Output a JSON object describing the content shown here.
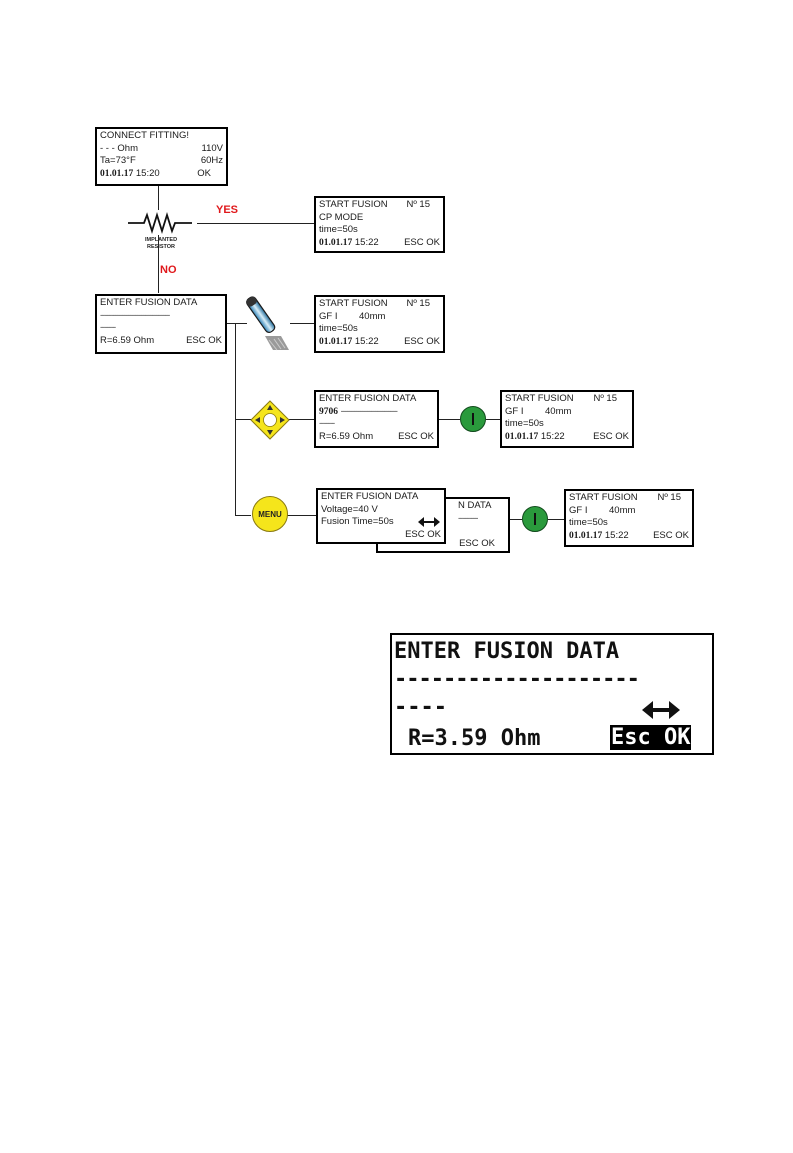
{
  "connect_box": {
    "title": "CONNECT FITTING!",
    "ohm": "- - - Ohm",
    "voltage": "110V",
    "ta": "Ta=73°F",
    "freq": "60Hz",
    "date": "01.01.17",
    "time": "15:20",
    "ok": "OK"
  },
  "resistor_labels": {
    "line1": "IMPLANTED",
    "line2": "RESISTOR"
  },
  "yes_label": "YES",
  "no_label": "NO",
  "start_cp": {
    "title": "START FUSION",
    "num": "Nº 15",
    "mode": "CP MODE",
    "time": "time=50s",
    "date": "01.01.17",
    "clock": "15:22",
    "esc": "ESC OK"
  },
  "enter_main": {
    "title": "ENTER FUSION DATA",
    "dashes1": "--------------------------------",
    "dashes2": "-------",
    "r": "R=6.59 Ohm",
    "esc": "ESC OK"
  },
  "start_pen": {
    "title": "START FUSION",
    "num": "Nº 15",
    "gf": "GF I",
    "mm": "40mm",
    "time": "time=50s",
    "date": "01.01.17",
    "clock": "15:22",
    "esc": "ESC OK"
  },
  "enter_arrows": {
    "title": "ENTER FUSION DATA",
    "code": "9706",
    "dashes1": "--------------------------",
    "dashes2": "-------",
    "r": "R=6.59 Ohm",
    "esc": "ESC OK"
  },
  "start_arrows": {
    "title": "START FUSION",
    "num": "Nº 15",
    "gf": "GF I",
    "mm": "40mm",
    "time": "time=50s",
    "date": "01.01.17",
    "clock": "15:22",
    "esc": "ESC OK"
  },
  "enter_menu_back": {
    "title": "N DATA",
    "dashes": "---------",
    "esc": "ESC OK"
  },
  "enter_menu": {
    "title": "ENTER FUSION DATA",
    "voltage": "Voltage=40 V",
    "fusion_time": "Fusion Time=50s",
    "esc": "ESC OK"
  },
  "start_menu": {
    "title": "START FUSION",
    "num": "Nº 15",
    "gf": "GF I",
    "mm": "40mm",
    "time": "time=50s",
    "date": "01.01.17",
    "clock": "15:22",
    "esc": "ESC OK"
  },
  "menu_button": {
    "label": "MENU"
  },
  "big_display": {
    "title": "ENTER FUSION DATA",
    "dashes1": "--------------------",
    "dashes2": "----",
    "r": "R=3.59 Ohm",
    "esc": "Esc OK"
  },
  "colors": {
    "yes_no": "#e0181b",
    "yellow_button": "#f5e51b",
    "green_button": "#2a9a3c"
  }
}
